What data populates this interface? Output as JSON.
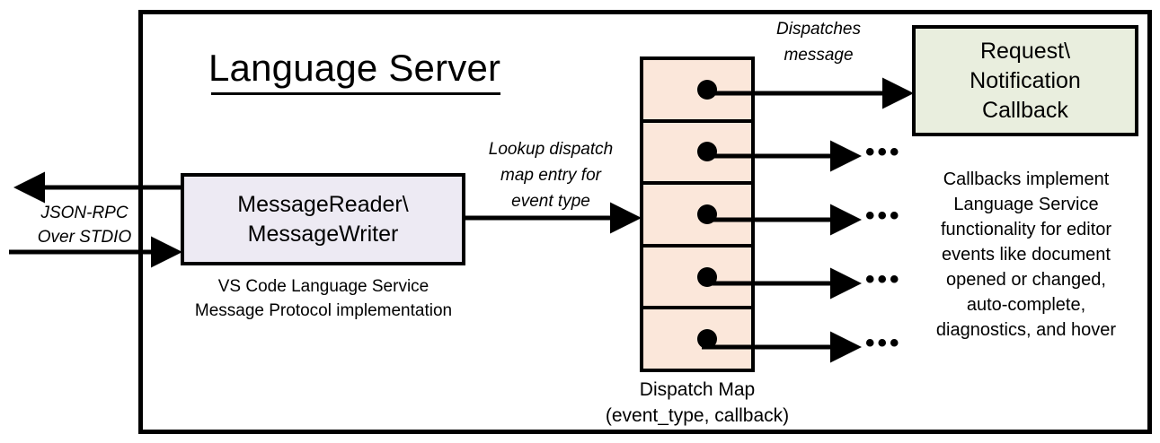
{
  "diagram": {
    "title": "Language Server",
    "outer_border_color": "#000000",
    "background": "#ffffff"
  },
  "external_io": {
    "label": "JSON-RPC\nOver STDIO",
    "outbound_arrow_direction": "left",
    "inbound_arrow_direction": "right"
  },
  "message_io": {
    "box_label": "MessageReader\\\nMessageWriter",
    "box_fill": "#edeaf3",
    "caption": "VS Code Language Service\nMessage Protocol implementation"
  },
  "lookup": {
    "label": "Lookup dispatch\nmap entry for\nevent type"
  },
  "dispatch_map": {
    "fill": "#fbe7da",
    "caption": "Dispatch Map\n(event_type, callback)",
    "rows": [
      {
        "name": "dispatch-row-1",
        "has_dot": true,
        "target": "callback-box"
      },
      {
        "name": "dispatch-row-2",
        "has_dot": true,
        "target": "ellipsis"
      },
      {
        "name": "dispatch-row-3",
        "has_dot": true,
        "target": "ellipsis"
      },
      {
        "name": "dispatch-row-4",
        "has_dot": true,
        "target": "ellipsis"
      },
      {
        "name": "dispatch-row-5",
        "has_dot": true,
        "target": "ellipsis"
      }
    ],
    "ellipsis": "•••"
  },
  "dispatch_action": {
    "label": "Dispatches\nmessage"
  },
  "callback": {
    "box_label": "Request\\\nNotification\nCallback",
    "box_fill": "#e9eede",
    "caption": "Callbacks implement\nLanguage Service\nfunctionality for editor\nevents like document\nopened or changed,\nauto-complete,\ndiagnostics, and hover"
  }
}
